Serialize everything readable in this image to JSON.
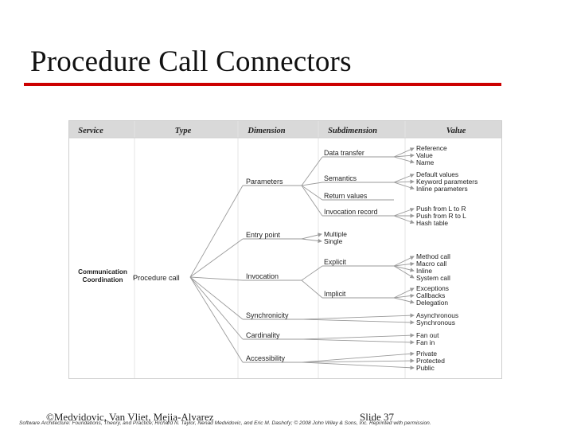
{
  "slide": {
    "title": "Procedure Call Connectors",
    "footer_left": "©Medvidovic, Van Vliet, Mejia-Alvarez",
    "footer_slide": "Slide 37",
    "footer_credit": "Software Architecture: Foundations, Theory, and Practice; Richard N. Taylor, Nenad Medvidovic, and Eric M. Dashofy; © 2008 John Wiley & Sons, Inc. Reprinted with permission.",
    "accent_color": "#cc0000"
  },
  "diagram": {
    "headers": [
      "Service",
      "Type",
      "Dimension",
      "Subdimension",
      "Value"
    ],
    "service": [
      "Communication",
      "Coordination"
    ],
    "type": "Procedure call",
    "dimensions": [
      {
        "label": "Parameters",
        "subs": [
          {
            "label": "Data transfer",
            "values": [
              "Reference",
              "Value",
              "Name"
            ]
          },
          {
            "label": "Semantics",
            "values": [
              "Default values",
              "Keyword parameters",
              "Inline parameters"
            ]
          },
          {
            "label": "Return values",
            "values": []
          },
          {
            "label": "Invocation record",
            "values": [
              "Push from L to R",
              "Push from R to L",
              "Hash table"
            ]
          }
        ]
      },
      {
        "label": "Entry point",
        "values": [
          "Multiple",
          "Single"
        ]
      },
      {
        "label": "Invocation",
        "subs": [
          {
            "label": "Explicit",
            "values": [
              "Method call",
              "Macro call",
              "Inline",
              "System call"
            ]
          },
          {
            "label": "Implicit",
            "values": [
              "Exceptions",
              "Callbacks",
              "Delegation"
            ]
          }
        ]
      },
      {
        "label": "Synchronicity",
        "values": [
          "Asynchronous",
          "Synchronous"
        ]
      },
      {
        "label": "Cardinality",
        "values": [
          "Fan out",
          "Fan in"
        ]
      },
      {
        "label": "Accessibility",
        "values": [
          "Private",
          "Protected",
          "Public"
        ]
      }
    ]
  }
}
